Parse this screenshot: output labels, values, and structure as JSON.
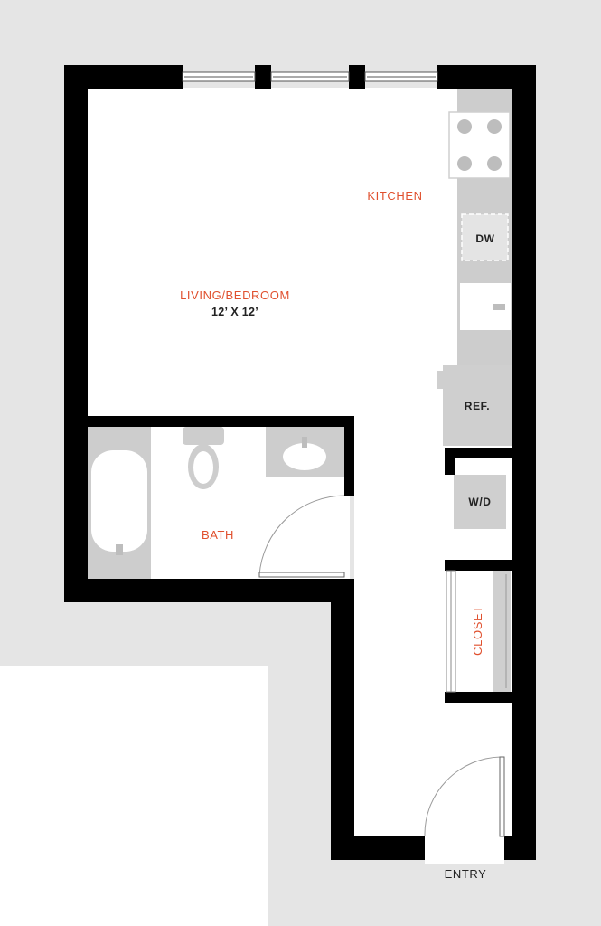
{
  "colors": {
    "wall": "#000000",
    "surround": "#e5e5e5",
    "floor": "#ffffff",
    "fixture": "#c9c9c9",
    "appliance": "#d4d4d4",
    "accent": "#e0502e",
    "text": "#222222"
  },
  "rooms": {
    "kitchen": "KITCHEN",
    "living": "LIVING/BEDROOM",
    "living_size": "12’ X 12’",
    "bath": "BATH",
    "closet": "CLOSET",
    "entry": "ENTRY"
  },
  "fixtures": {
    "dishwasher": "DW",
    "refrigerator": "REF.",
    "washer_dryer": "W/D"
  }
}
